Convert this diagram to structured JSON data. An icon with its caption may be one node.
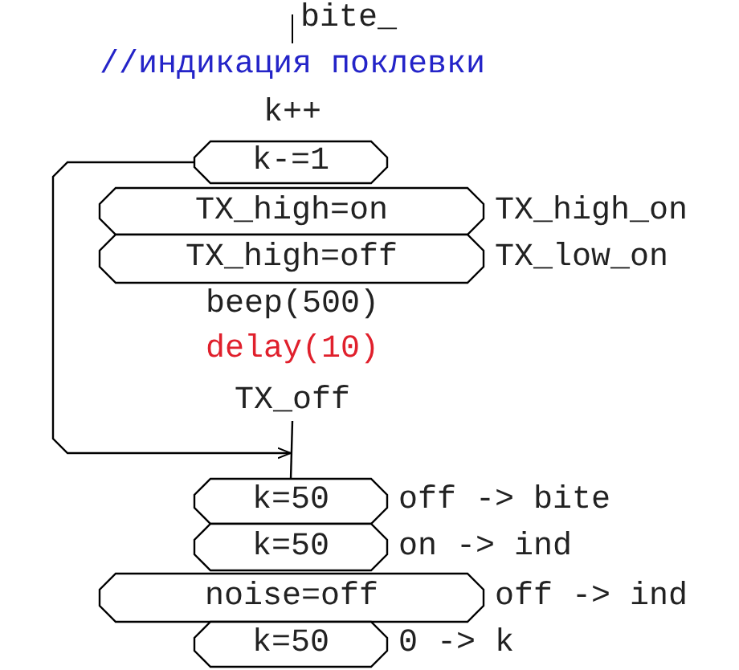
{
  "diagram": {
    "title": "bite_",
    "nodes": [
      {
        "text": [
          "k-=1"
        ]
      },
      {
        "text": [
          "TX_high=on"
        ],
        "beside": [
          "TX_high_on"
        ]
      },
      {
        "text": [
          "TX_high=off"
        ],
        "beside": [
          "TX_low_on"
        ]
      },
      {
        "text": [
          "TX_off"
        ]
      },
      {
        "text": [
          "k=50"
        ],
        "beside": [
          "off -> bite"
        ]
      },
      {
        "text": [
          "k=50"
        ],
        "beside": [
          "on -> ind"
        ]
      },
      {
        "text": [
          "noise=off"
        ],
        "beside": [
          "off -> ind"
        ]
      },
      {
        "text": [
          "k=50"
        ],
        "beside": [
          "0 -> k"
        ]
      }
    ],
    "edges": [
      {
        "from": 3,
        "to": 4,
        "arrow": "none"
      },
      {
        "from": 0,
        "to": 4,
        "arrow": "to"
      }
    ],
    "labels": [
      "//индикация поклевки",
      "k++",
      "beep(500)",
      "delay(10)"
    ]
  }
}
